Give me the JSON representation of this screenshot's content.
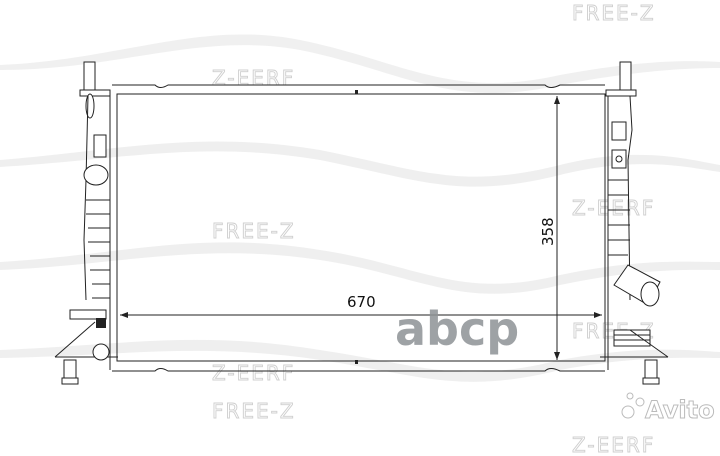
{
  "drawing": {
    "subject": "radiator",
    "dimensions": {
      "width_label": "670",
      "height_label": "358"
    }
  },
  "watermarks": {
    "brand": "FREE-Z",
    "brand_mirrored": "Z-EERF",
    "abcp": "abcp",
    "avito": "Avito"
  },
  "colors": {
    "line": "#222222",
    "watermark": "#d6d6d6",
    "abcp": "#8e9296"
  }
}
